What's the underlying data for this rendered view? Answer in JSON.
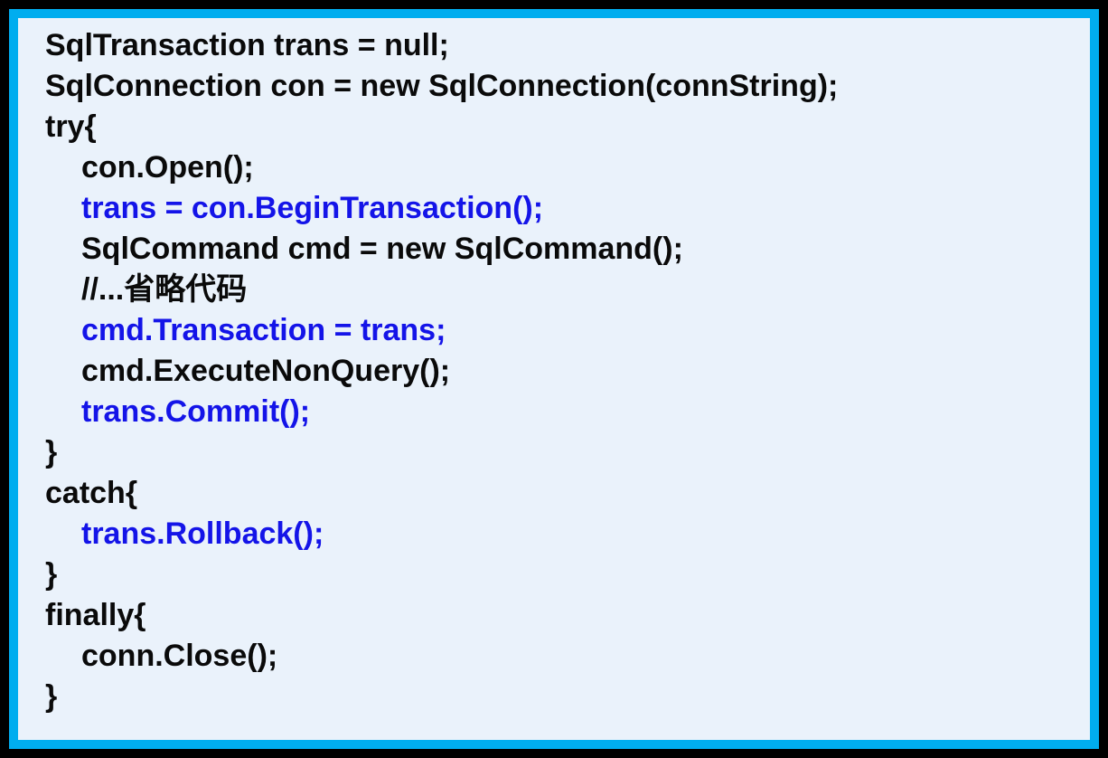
{
  "window": {
    "background_color": "#000000"
  },
  "code_panel": {
    "border_color": "#00ADEF",
    "background_color": "#EAF2FB",
    "default_text_color": "#0A0A0A",
    "highlight_text_color": "#1414E8",
    "language": "csharp",
    "lines": [
      {
        "text": "SqlTransaction trans = null;",
        "color": "default",
        "indent": 0
      },
      {
        "text": "SqlConnection con = new SqlConnection(connString);",
        "color": "default",
        "indent": 0
      },
      {
        "text": "try{",
        "color": "default",
        "indent": 0
      },
      {
        "text": "con.Open();",
        "color": "default",
        "indent": 1
      },
      {
        "text": "trans = con.BeginTransaction();",
        "color": "highlight",
        "indent": 1
      },
      {
        "text": "SqlCommand cmd = new SqlCommand();",
        "color": "default",
        "indent": 1
      },
      {
        "text": "//...省略代码",
        "color": "default",
        "indent": 1
      },
      {
        "text": "cmd.Transaction = trans;",
        "color": "highlight",
        "indent": 1
      },
      {
        "text": "cmd.ExecuteNonQuery();",
        "color": "default",
        "indent": 1
      },
      {
        "text": "trans.Commit();",
        "color": "highlight",
        "indent": 1
      },
      {
        "text": "}",
        "color": "default",
        "indent": 0
      },
      {
        "text": "catch{",
        "color": "default",
        "indent": 0
      },
      {
        "text": "trans.Rollback();",
        "color": "highlight",
        "indent": 1
      },
      {
        "text": "}",
        "color": "default",
        "indent": 0
      },
      {
        "text": "finally{",
        "color": "default",
        "indent": 0
      },
      {
        "text": "conn.Close();",
        "color": "default",
        "indent": 1
      },
      {
        "text": "}",
        "color": "default",
        "indent": 0
      }
    ]
  }
}
